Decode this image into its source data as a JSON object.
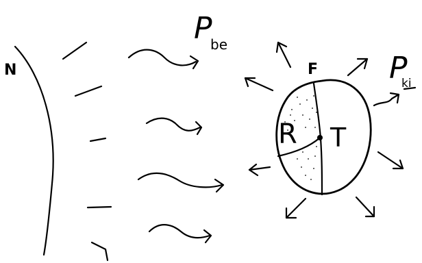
{
  "labels": {
    "n": "N",
    "f": "F",
    "r": "R",
    "t": "T",
    "p_be": {
      "main": "P",
      "sub": "be"
    },
    "p_ki": {
      "main": "P",
      "sub": "ki"
    }
  }
}
